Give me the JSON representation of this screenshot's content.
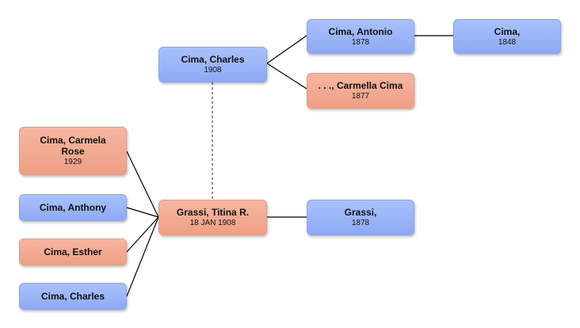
{
  "people": {
    "charles_father": {
      "name": "Cima, Charles",
      "date": "1908"
    },
    "antonio": {
      "name": "Cima, Antonio",
      "date": "1878"
    },
    "cima_gf": {
      "name": "Cima,",
      "date": "1848"
    },
    "carmella": {
      "name": ". . ., Carmella Cima",
      "date": "1877"
    },
    "carmela_rose": {
      "name": "Cima, Carmela Rose",
      "date": "1929"
    },
    "anthony": {
      "name": "Cima, Anthony",
      "date": ""
    },
    "esther": {
      "name": "Cima, Esther",
      "date": ""
    },
    "charles_child": {
      "name": "Cima, Charles",
      "date": ""
    },
    "titina": {
      "name": "Grassi, Titina R.",
      "date": "18 JAN 1908"
    },
    "grassi": {
      "name": "Grassi,",
      "date": "1878"
    }
  },
  "colors": {
    "male": "#94aff6",
    "female": "#f2a990",
    "line": "#000000"
  }
}
